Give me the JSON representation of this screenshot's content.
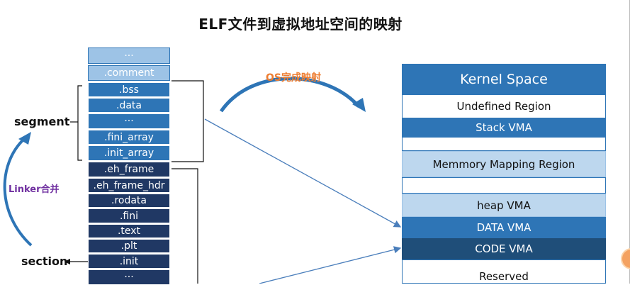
{
  "title": "ELF文件到虚拟地址空间的映射",
  "os_label": "OS完成映射",
  "linker_label": "Linker合并",
  "segment_label": "segment",
  "section_label": "section",
  "elf_sections": [
    {
      "label": "···",
      "style": "light"
    },
    {
      "label": ".comment",
      "style": "light"
    },
    {
      "label": ".bss",
      "style": "mid"
    },
    {
      "label": ".data",
      "style": "mid"
    },
    {
      "label": "···",
      "style": "mid"
    },
    {
      "label": ".fini_array",
      "style": "mid"
    },
    {
      "label": ".init_array",
      "style": "mid"
    },
    {
      "label": ".eh_frame",
      "style": "dark"
    },
    {
      "label": ".eh_frame_hdr",
      "style": "dark"
    },
    {
      "label": ".rodata",
      "style": "dark"
    },
    {
      "label": ".fini",
      "style": "dark"
    },
    {
      "label": ".text",
      "style": "dark"
    },
    {
      "label": ".plt",
      "style": "dark"
    },
    {
      "label": ".init",
      "style": "dark"
    },
    {
      "label": "···",
      "style": "dark"
    }
  ],
  "memory_regions": [
    {
      "label": "Kernel Space",
      "style": "mid"
    },
    {
      "label": "Undefined Region",
      "style": "white"
    },
    {
      "label": "Stack  VMA",
      "style": "mid"
    },
    {
      "label": "",
      "style": "white"
    },
    {
      "label": "Memmory Mapping Region",
      "style": "light"
    },
    {
      "label": "",
      "style": "white"
    },
    {
      "label": "heap  VMA",
      "style": "light"
    },
    {
      "label": "DATA  VMA",
      "style": "mid"
    },
    {
      "label": "CODE  VMA",
      "style": "dark"
    },
    {
      "label": "Reserved",
      "style": "white"
    }
  ],
  "colors": {
    "blue_mid": "#2e75b6",
    "blue_dark": "#203864",
    "blue_light": "#9dc3e6",
    "accent_orange": "#ed7d31",
    "linker_purple": "#7030a0"
  }
}
